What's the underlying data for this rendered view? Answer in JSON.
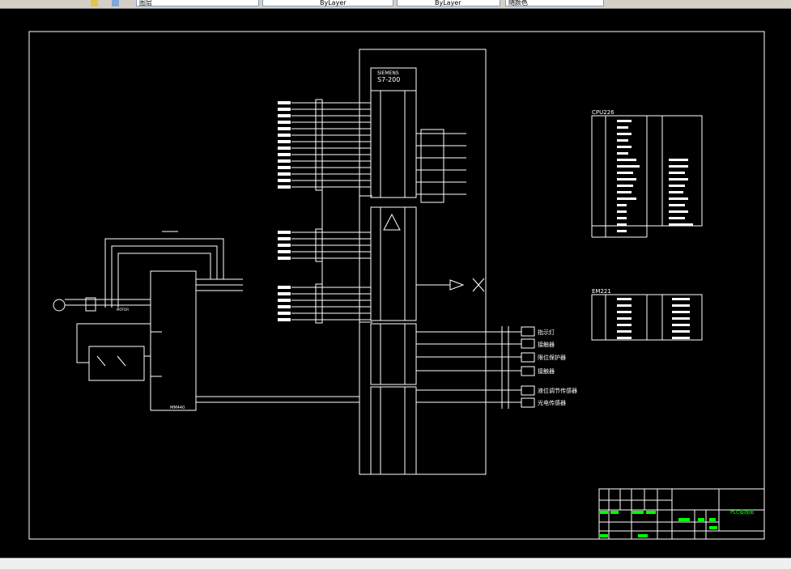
{
  "toolbar": {
    "layer_field": "图层",
    "linetype_field": "ByLayer",
    "lineweight_field": "ByLayer",
    "color_field": "随颜色"
  },
  "drawing": {
    "plc_brand": "SIEMENS",
    "plc_model": "S7-200",
    "cpu_table_title": "CPU226",
    "em_table_title": "EM221",
    "inverter_label": "MM440",
    "motor_label": "MOTOR",
    "outputs": [
      "指示灯",
      "接触器",
      "限位保护器",
      "接触器",
      "液位调节传感器",
      "光电传感器"
    ],
    "title_block_name": "PLC接线图"
  },
  "colors": {
    "background": "#000000",
    "lines": "#ffffff",
    "title_text": "#00ff00"
  }
}
